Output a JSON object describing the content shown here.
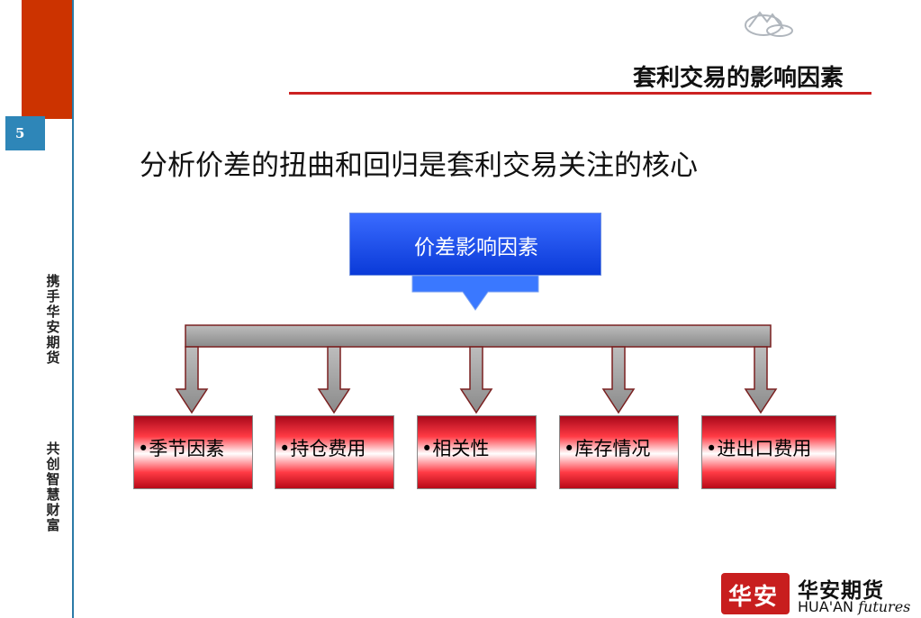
{
  "slide": {
    "page_number": "5",
    "title": "套利交易的影响因素",
    "headline": "分析价差的扭曲和回归是套利交易关注的核心"
  },
  "sidebar": {
    "slogan_1": "携手华安期货",
    "slogan_2": "共创智慧财富"
  },
  "diagram": {
    "root": "价差影响因素",
    "factors": [
      "•季节因素",
      "•持仓费用",
      "•相关性",
      "•库存情况",
      "•进出口费用"
    ]
  },
  "brand": {
    "seal_text": "华安",
    "name_cn": "华安期货",
    "name_en_upper": "HUA'AN",
    "name_en_script": "futures"
  },
  "colors": {
    "sidebar_red": "#cc3300",
    "accent_blue": "#2e86b8",
    "root_blue": "#1f4fff",
    "factor_red": "#e8202c",
    "title_rule": "#cc2222"
  }
}
